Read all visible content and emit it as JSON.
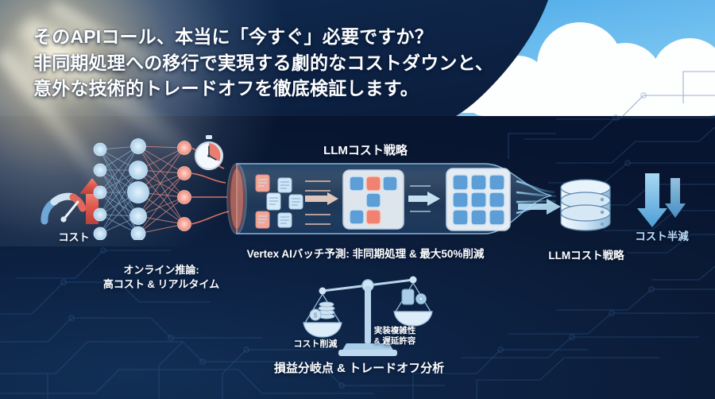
{
  "headline": {
    "line1": "そのAPIコール、本当に「今すぐ」必要ですか？",
    "line2": "非同期処理への移行で実現する劇的なコストダウンと、",
    "line3": "意外な技術的トレードオフを徹底検証します。"
  },
  "left_section": {
    "cost_label": "コスト",
    "gauge_icon": "speedometer-icon",
    "up_arrow_icon": "arrow-up-icon",
    "stopwatch_icon": "stopwatch-icon",
    "caption_line1": "オンライン推論:",
    "caption_line2": "高コスト & リアルタイム"
  },
  "pipeline": {
    "title": "LLMコスト戦略",
    "caption": "Vertex AIバッチ予測: 非同期処理 & 最大50%削減",
    "stage_icons": [
      "document-card-icon",
      "batch-grid-icon",
      "uniform-grid-icon"
    ]
  },
  "right_section": {
    "database_icon": "database-icon",
    "database_label": "LLMコスト戦略",
    "down_arrows_icon": "arrow-down-icon",
    "half_cost_label": "コスト半減"
  },
  "scale_section": {
    "icon": "balance-scale-icon",
    "left_pan_label": "コスト削減",
    "left_pan_icon": "coins-icon",
    "right_pan_line1": "実装複雑性",
    "right_pan_line2": "& 遅延許容",
    "right_pan_icon": "gear-code-icon",
    "caption": "損益分岐点 & トレードオフ分析"
  },
  "colors": {
    "sky": "#6ec0ef",
    "navy": "#0d2244",
    "accent_red": "#e8655a",
    "accent_blue": "#6fb7e8",
    "text_white": "#ffffff",
    "label_blue": "#bcdcf7"
  }
}
